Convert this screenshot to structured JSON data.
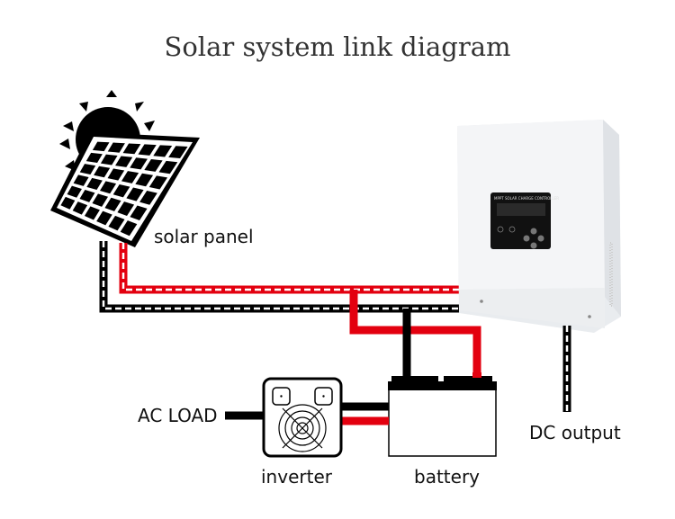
{
  "title": "Solar system link diagram",
  "labels": {
    "solar_panel": "solar panel",
    "ac_load": "AC LOAD",
    "inverter": "inverter",
    "battery": "battery",
    "dc_output": "DC output",
    "controller_display": "MPPT SOLAR CHARGE CONTROLLER"
  },
  "colors": {
    "positive_wire": "#e3000f",
    "negative_wire": "#000000",
    "text": "#333333"
  }
}
